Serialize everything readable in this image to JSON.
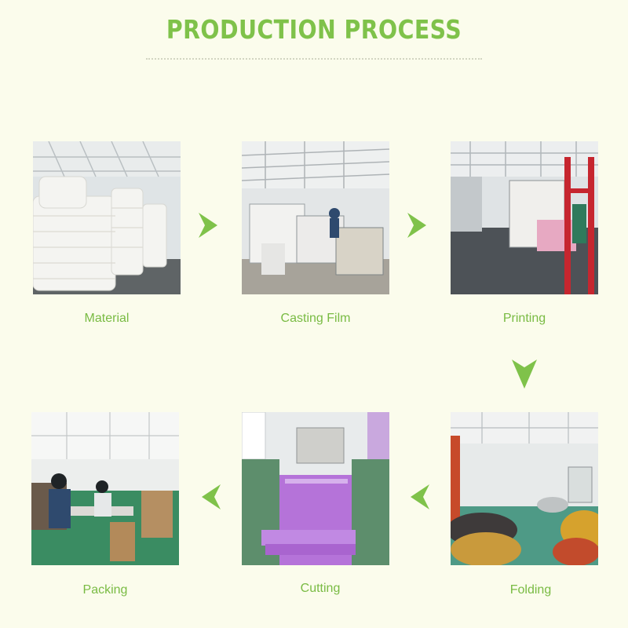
{
  "header": {
    "title": "PRODUCTION PROCESS"
  },
  "steps": [
    {
      "label": "Material",
      "icon": "material-photo"
    },
    {
      "label": "Casting Film",
      "icon": "casting-film-photo"
    },
    {
      "label": "Printing",
      "icon": "printing-photo"
    },
    {
      "label": "Folding",
      "icon": "folding-photo"
    },
    {
      "label": "Cutting",
      "icon": "cutting-photo"
    },
    {
      "label": "Packing",
      "icon": "packing-photo"
    }
  ],
  "colors": {
    "accent": "#7fc24a",
    "background": "#fbfcec"
  }
}
